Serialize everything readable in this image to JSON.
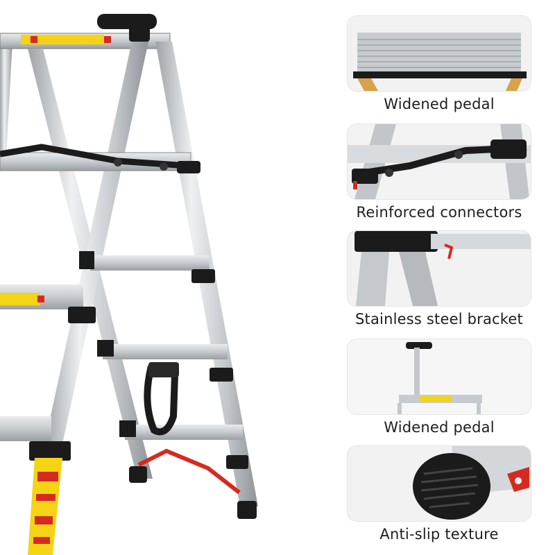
{
  "features": [
    {
      "caption": "Widened pedal"
    },
    {
      "caption": "Reinforced connectors"
    },
    {
      "caption": "Stainless steel bracket"
    },
    {
      "caption": "Widened pedal"
    },
    {
      "caption": "Anti-slip texture"
    }
  ],
  "colors": {
    "aluminum": "#c9ccd0",
    "black": "#1b1b1b",
    "red": "#d62a20",
    "yellow": "#f5d315"
  }
}
